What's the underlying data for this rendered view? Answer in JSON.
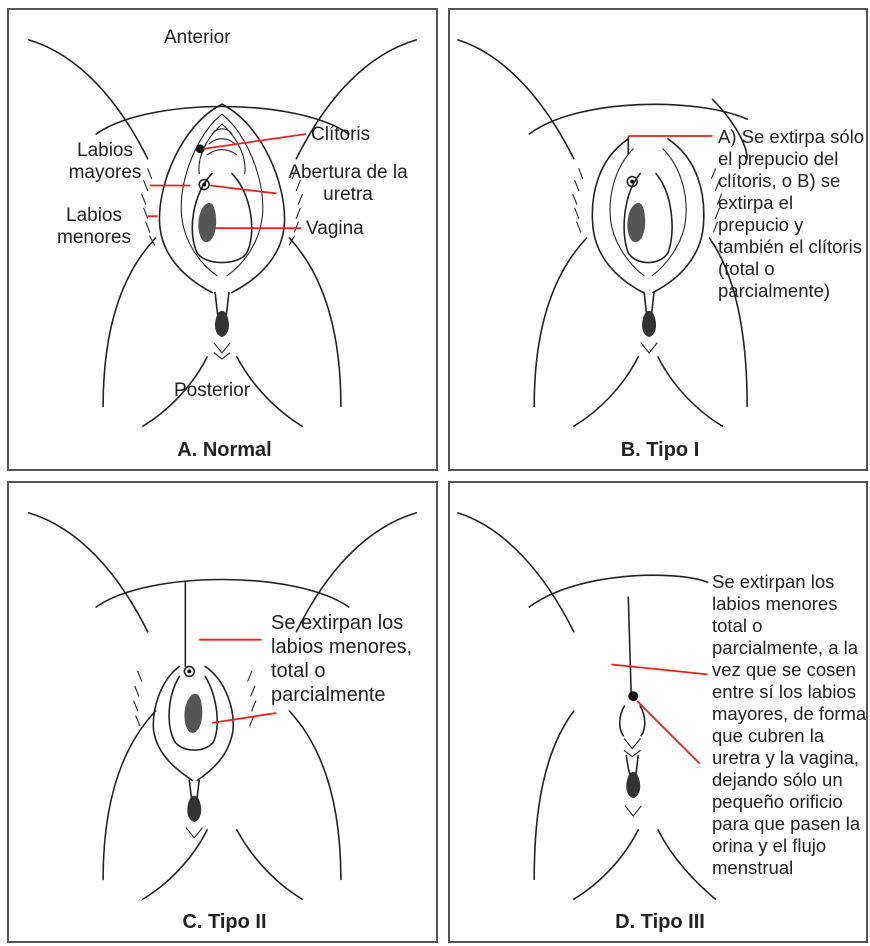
{
  "panels": [
    {
      "caption": "A. Normal",
      "labels": {
        "anterior": "Anterior",
        "posterior": "Posterior",
        "clitoris": "Clítoris",
        "labia_majora": "Labios mayores",
        "labia_minora": "Labios menores",
        "urethra": "Abertura de la uretra",
        "vagina": "Vagina"
      }
    },
    {
      "caption": "B. Tipo I",
      "annotation": "A) Se extirpa sólo el prepucio del clítoris, o B) se extirpa el prepucio y también el clítoris (total o parcialmente)"
    },
    {
      "caption": "C. Tipo II",
      "annotation": "Se extirpan los labios menores, total o parcialmente"
    },
    {
      "caption": "D. Tipo III",
      "annotation": "Se extirpan los labios menores total o parcialmente, a la vez que se cosen entre sí los labios mayores, de forma que cubren la uretra y la vagina, dejando sólo un pequeño orificio para que pasen la orina y el flujo menstrual"
    }
  ],
  "colors": {
    "leader_lines": "#e8231f",
    "ink": "#222222",
    "border": "#555555"
  }
}
